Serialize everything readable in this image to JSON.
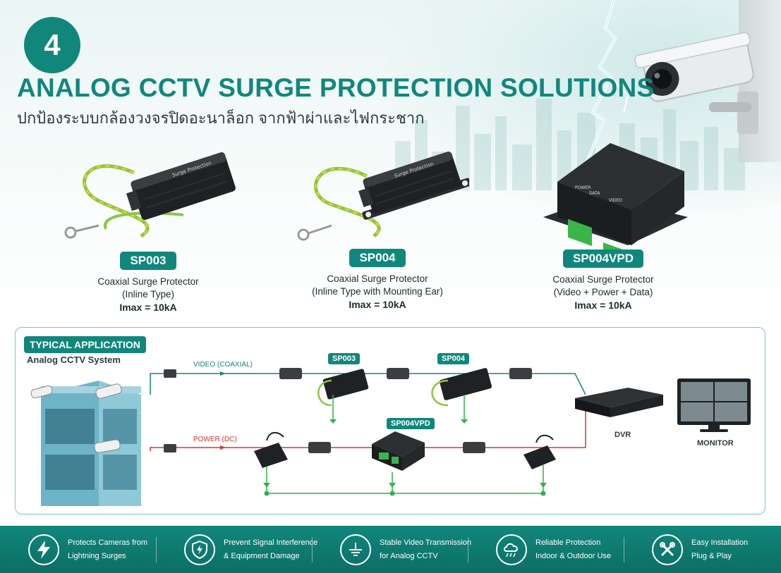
{
  "header": {
    "number": "4",
    "title": "ANALOG CCTV SURGE PROTECTION SOLUTIONS",
    "subtitle": "ปกป้องระบบกล้องวงจรปิดอะนาล็อก จากฟ้าผ่าและไฟกระชาก"
  },
  "products": [
    {
      "model": "SP003",
      "device_label": "Surge Protection",
      "desc1": "Coaxial Surge Protector",
      "desc2": "(Inline Type)",
      "imax": "Imax = 10kA"
    },
    {
      "model": "SP004",
      "device_label": "Surge Protection",
      "desc1": "Coaxial Surge Protector",
      "desc2": "(Inline Type with Mounting Ear)",
      "imax": "Imax = 10kA"
    },
    {
      "model": "SP004VPD",
      "desc1": "Coaxial Surge Protector",
      "desc2": "(Video + Power + Data)",
      "imax": "Imax = 10kA",
      "port_power": "POWER",
      "port_video": "VIDEO",
      "port_data": "DATA"
    }
  ],
  "application": {
    "badge": "TYPICAL APPLICATION",
    "subtitle": "Analog CCTV System",
    "video_label": "VIDEO (COAXIAL)",
    "power_label": "POWER (DC)",
    "sp003": "SP003",
    "sp004": "SP004",
    "sp004vpd": "SP004VPD",
    "dvr": "DVR",
    "monitor": "MONITOR"
  },
  "features": [
    {
      "icon": "lightning-icon",
      "line1": "Protects Cameras from",
      "line2": "Lightning Surges"
    },
    {
      "icon": "shield-icon",
      "line1": "Prevent Signal Interference",
      "line2": "& Equipment Damage"
    },
    {
      "icon": "ground-icon",
      "line1": "Stable Video Transmission",
      "line2": "for Analog CCTV"
    },
    {
      "icon": "cloud-rain-icon",
      "line1": "Reliable Protection",
      "line2": "Indoor & Outdoor Use"
    },
    {
      "icon": "tools-icon",
      "line1": "Easy Installation",
      "line2": "Plug & Play"
    }
  ],
  "colors": {
    "accent": "#11877c",
    "video_line": "#11877c",
    "power_line": "#e0322c",
    "ground_line": "#2fb34a"
  }
}
